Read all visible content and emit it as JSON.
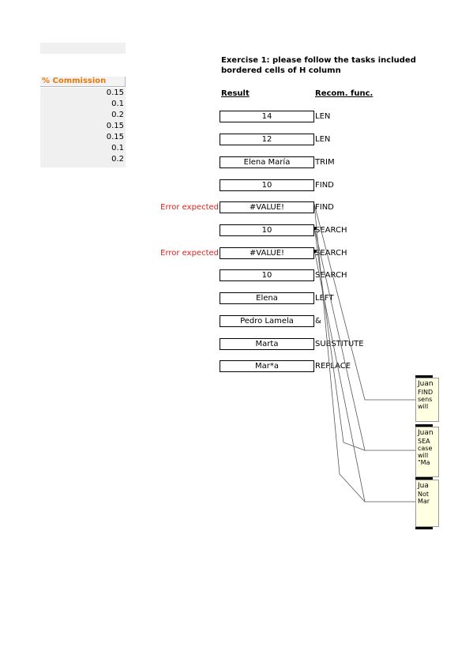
{
  "commission": {
    "header": "% Commission",
    "values": [
      "0.15",
      "0.1",
      "0.2",
      "0.15",
      "0.15",
      "0.1",
      "0.2"
    ]
  },
  "exercise": {
    "title_line1": "Exercise 1: please follow the tasks included",
    "title_line2": "bordered cells of H column",
    "result_header": "Result",
    "func_header": "Recom. func."
  },
  "rows": [
    {
      "result": "14",
      "func": "LEN",
      "error": ""
    },
    {
      "result": "12",
      "func": "LEN",
      "error": ""
    },
    {
      "result": "Elena María",
      "func": "TRIM",
      "error": ""
    },
    {
      "result": "10",
      "func": "FIND",
      "error": ""
    },
    {
      "result": "#VALUE!",
      "func": "FIND",
      "error": "Error expected"
    },
    {
      "result": "10",
      "func": "SEARCH",
      "error": ""
    },
    {
      "result": "#VALUE!",
      "func": "SEARCH",
      "error": "Error expected"
    },
    {
      "result": "10",
      "func": "SEARCH",
      "error": ""
    },
    {
      "result": "Elena",
      "func": "LEFT",
      "error": ""
    },
    {
      "result": "Pedro Lamela",
      "func": "&",
      "error": ""
    },
    {
      "result": "Marta",
      "func": "SUBSTITUTE",
      "error": ""
    },
    {
      "result": "Mar*a",
      "func": "REPLACE",
      "error": ""
    }
  ],
  "comments": [
    {
      "author": "Juan",
      "lines": [
        "FIND",
        "sens",
        "will"
      ]
    },
    {
      "author": "Juan",
      "lines": [
        "SEA",
        "case",
        "will",
        "\"Ma"
      ]
    },
    {
      "author": "Jua",
      "lines": [
        "Not",
        "Mar"
      ]
    }
  ],
  "colors": {
    "header_orange": "#e8780c",
    "error_red": "#e02020",
    "comment_bg": "#ffffe1"
  }
}
